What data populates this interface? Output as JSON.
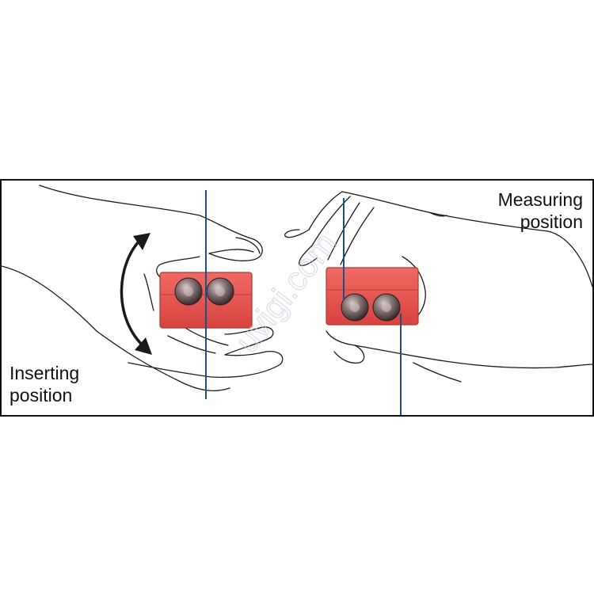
{
  "labels": {
    "measuring": [
      "Measuring",
      "position"
    ],
    "inserting": [
      "Inserting",
      "position"
    ]
  },
  "watermark": "uvigi.com",
  "colors": {
    "block": "#e8534f",
    "block_dark": "#c43a36",
    "guide_line": "#1f4e8c",
    "outline": "#1a1a1a",
    "pin": "#5a4a4a"
  },
  "icons": {
    "rotation": "curved-double-arrow-icon"
  }
}
